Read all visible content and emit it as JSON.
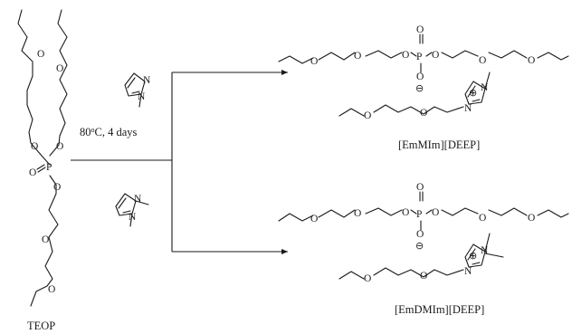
{
  "reactant": {
    "label": "TEOP"
  },
  "conditions": {
    "temperature": "80",
    "degree": "o",
    "rest": "C, 4 days"
  },
  "products": [
    {
      "label": "[EmMIm][DEEP]"
    },
    {
      "label": "[EmDMIm][DEEP]"
    }
  ],
  "atoms": {
    "O": "O",
    "P": "P",
    "N": "N"
  },
  "charges": {
    "plus": "⊕",
    "minus": "⊖"
  }
}
